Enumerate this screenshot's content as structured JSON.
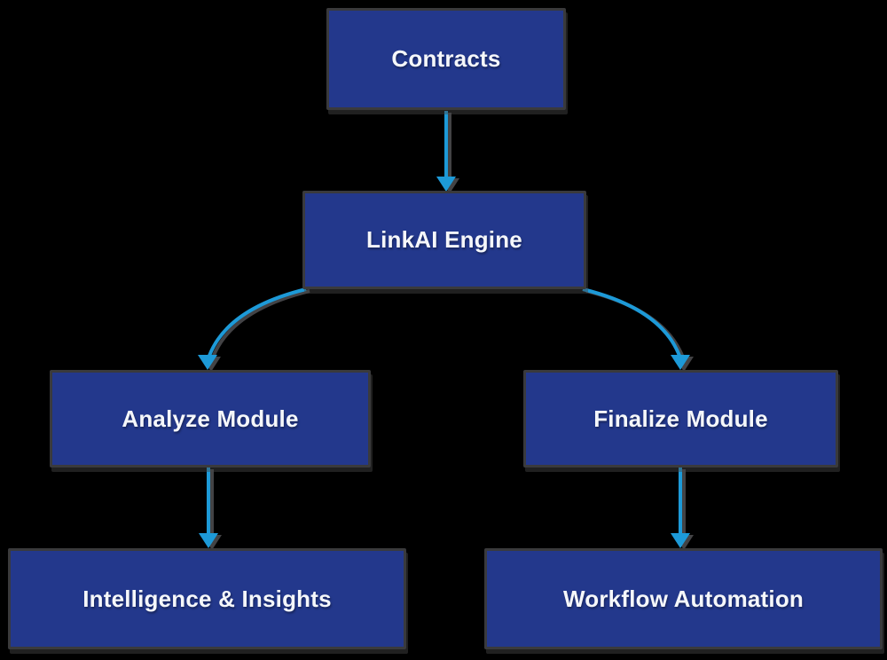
{
  "diagram": {
    "type": "flowchart",
    "background_color": "#000000",
    "node_fill_color": "#23388c",
    "node_border_color": "#3a3a3c",
    "node_text_color": "#f5f7fa",
    "arrow_color": "#1d9ad8",
    "arrow_shadow_color": "#4f4f52",
    "nodes": [
      {
        "id": "contracts",
        "label": "Contracts"
      },
      {
        "id": "linkai-engine",
        "label": "LinkAI Engine"
      },
      {
        "id": "analyze-module",
        "label": "Analyze Module"
      },
      {
        "id": "finalize-module",
        "label": "Finalize Module"
      },
      {
        "id": "intelligence-insights",
        "label": "Intelligence & Insights"
      },
      {
        "id": "workflow-automation",
        "label": "Workflow Automation"
      }
    ],
    "edges": [
      {
        "from": "contracts",
        "to": "linkai-engine"
      },
      {
        "from": "linkai-engine",
        "to": "analyze-module"
      },
      {
        "from": "linkai-engine",
        "to": "finalize-module"
      },
      {
        "from": "analyze-module",
        "to": "intelligence-insights"
      },
      {
        "from": "finalize-module",
        "to": "workflow-automation"
      }
    ]
  }
}
